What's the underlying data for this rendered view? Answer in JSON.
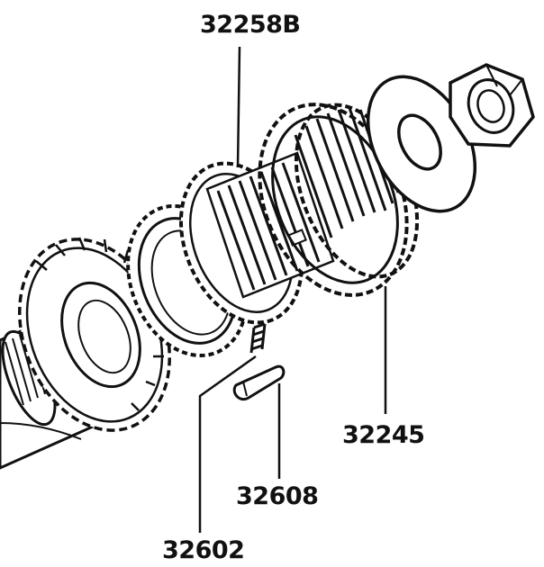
{
  "figure": {
    "callouts": [
      {
        "id": "synchronizer-hub-sleeve",
        "part_number": "32258B"
      },
      {
        "id": "synchronizer-sleeve",
        "part_number": "32245"
      },
      {
        "id": "shifting-key",
        "part_number": "32608"
      },
      {
        "id": "key-spring",
        "part_number": "32602"
      }
    ]
  },
  "colors": {
    "ink": "#111111",
    "paper": "#ffffff"
  }
}
